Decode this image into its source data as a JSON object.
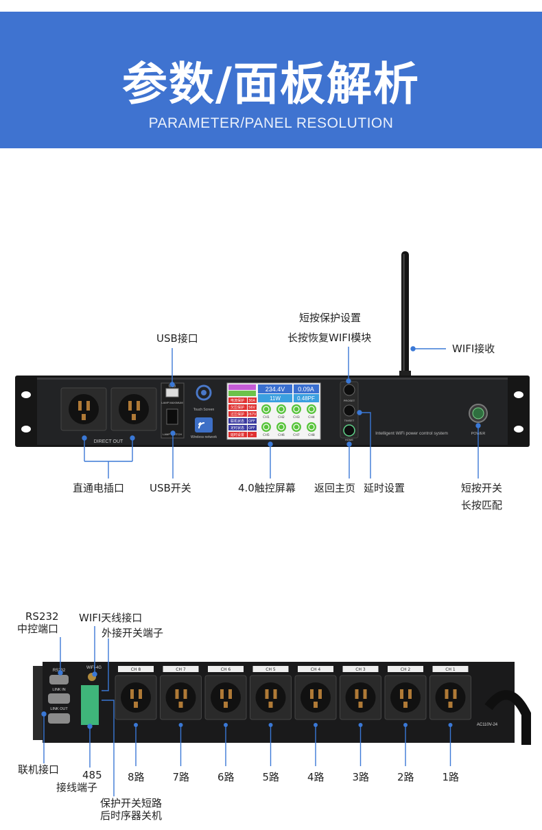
{
  "header": {
    "title": "参数/面板解析",
    "subtitle": "PARAMETER/PANEL RESOLUTION"
  },
  "front_panel": {
    "direct_out": "DIRECT OUT",
    "usb_port_tag": "USB",
    "lamp_maximum": "LAMP MAXIMUM",
    "lamp_switch": "LAMP SWITCH",
    "touch_screen": "Touch Screen",
    "wireless_network": "Wireless network",
    "system_name": "Intelligent WiFi power control system",
    "preset": "PROSET",
    "timset": "TIMSET",
    "home": "HOME",
    "power": "POWER",
    "screen": {
      "voltage": "234.4V",
      "current": "0.09A",
      "power_w": "11W",
      "pf": "0.48PF",
      "rows": [
        {
          "label": "电流保护",
          "value": "30A"
        },
        {
          "label": "欠压保护",
          "value": "56V"
        },
        {
          "label": "过压保护",
          "value": "267V"
        },
        {
          "label": "联机状态",
          "value": "OFF"
        },
        {
          "label": "定时状态",
          "value": "OFF"
        },
        {
          "label": "延时设置",
          "value": ">"
        }
      ],
      "channels_top": [
        "CH1",
        "CH2",
        "CH3",
        "CH4"
      ],
      "channels_bottom": [
        "CH5",
        "CH6",
        "CH7",
        "CH8"
      ]
    }
  },
  "front_labels": {
    "usb_port": "USB接口",
    "short_press_protect": "短按保护设置",
    "long_press_wifi": "长按恢复WIFI模块",
    "wifi_receive": "WIFI接收",
    "direct_outlet": "直通电插口",
    "usb_switch": "USB开关",
    "touch_screen_size": "4.0触控屏幕",
    "back_home": "返回主页",
    "delay_setting": "延时设置",
    "short_press_switch": "短按开关",
    "long_press_pair": "长按匹配"
  },
  "rear_panel": {
    "rs232_tag": "RS232",
    "wifi_tag": "WiFi-4G",
    "link_in": "LINK IN",
    "link_out": "LINK OUT",
    "ac_rating": "AC110V-24",
    "channels": [
      "CH 8",
      "CH 7",
      "CH 6",
      "CH 5",
      "CH 4",
      "CH 3",
      "CH 2",
      "CH 1"
    ]
  },
  "rear_labels": {
    "rs232": "RS232",
    "center_control_port": "中控端口",
    "wifi_antenna_port": "WIFI天线接口",
    "external_switch_terminal": "外接开关端子",
    "link_port": "联机接口",
    "num_485": "485",
    "wiring_terminal": "接线端子",
    "protect_switch_short": "保护开关短路",
    "sequencer_off": "后时序器关机",
    "ways": [
      "8路",
      "7路",
      "6路",
      "5路",
      "4路",
      "3路",
      "2路",
      "1路"
    ]
  },
  "colors": {
    "banner": "#3f73d0",
    "callout": "#3a78d6",
    "panel": "#1b1b1d"
  }
}
